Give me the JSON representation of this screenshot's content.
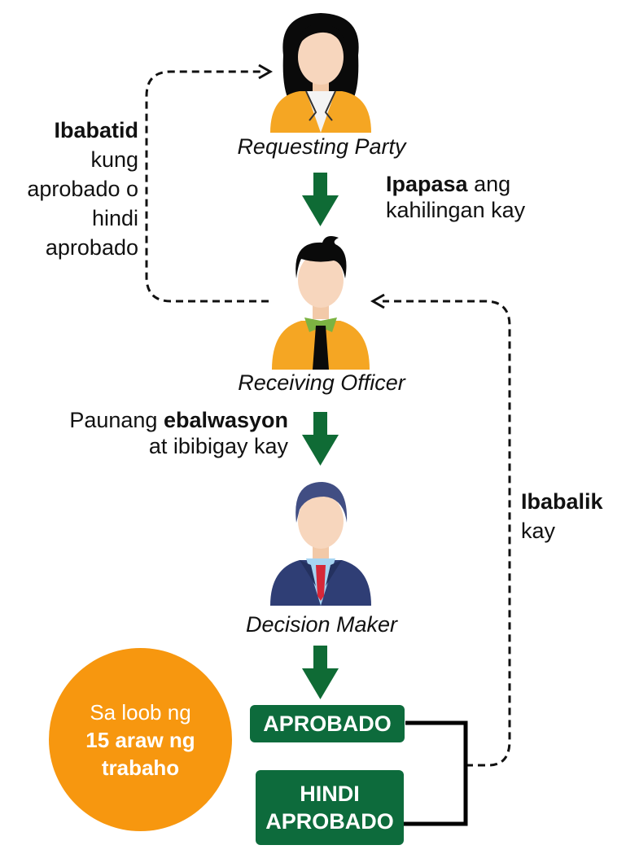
{
  "roles": {
    "requesting": "Requesting Party",
    "receiving": "Receiving Officer",
    "decision": "Decision Maker"
  },
  "steps": {
    "forward_bold": "Ipapasa",
    "forward_rest1": " ang",
    "forward_rest2": "kahilingan kay",
    "eval_pre": "Paunang ",
    "eval_bold": "ebalwasyon",
    "eval_rest": "at ibibigay kay",
    "notify_bold": "Ibabatid",
    "notify_l2": "kung",
    "notify_l3": "aprobado o",
    "notify_l4": "hindi",
    "notify_l5": "aprobado",
    "return_bold": "Ibabalik",
    "return_rest": "kay"
  },
  "outcomes": {
    "approved": "APROBADO",
    "not_approved_l1": "HINDI",
    "not_approved_l2": "APROBADO"
  },
  "deadline": {
    "line1": "Sa loob ng",
    "line2": "15 araw ng",
    "line3": "trabaho"
  },
  "colors": {
    "arrow_green": "#0f6b35",
    "box_green": "#0d6b3c",
    "circle_orange": "#f7970f",
    "dashed": "#111111"
  },
  "icons": [
    "woman-icon",
    "man-icon",
    "businessman-icon",
    "green-arrow-icon"
  ]
}
